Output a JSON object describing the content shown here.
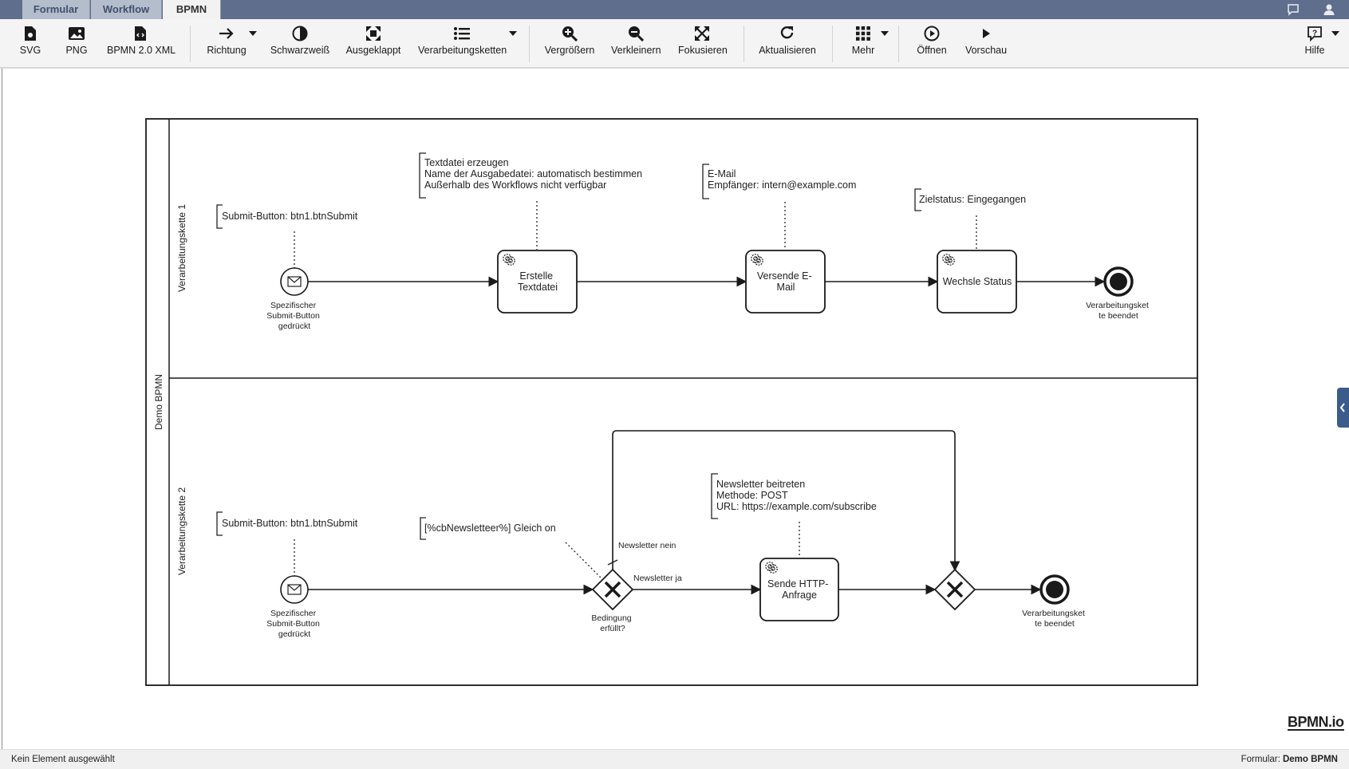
{
  "tabs": [
    {
      "label": "Formular"
    },
    {
      "label": "Workflow"
    },
    {
      "label": "BPMN"
    }
  ],
  "tab_icons": [
    "comment-icon",
    "user-icon"
  ],
  "toolbar": {
    "svg": "SVG",
    "png": "PNG",
    "xml": "BPMN 2.0 XML",
    "direction": "Richtung",
    "bw": "Schwarzweiß",
    "expanded": "Ausgeklappt",
    "chains": "Verarbeitungsketten",
    "zoom_in": "Vergrößern",
    "zoom_out": "Verkleinern",
    "focus": "Fokusieren",
    "refresh": "Aktualisieren",
    "more": "Mehr",
    "open": "Öffnen",
    "preview": "Vorschau",
    "help": "Hilfe"
  },
  "diagram": {
    "pool_name": "Demo BPMN",
    "lane1": {
      "name": "Verarbeitungskette 1",
      "start_annotation": "Submit-Button: btn1.btnSubmit",
      "start_label": [
        "Spezifischer",
        "Submit-Button",
        "gedrückt"
      ],
      "task1": [
        "Erstelle",
        "Textdatei"
      ],
      "task1_annotation": [
        "Textdatei erzeugen",
        "Name der Ausgabedatei: automatisch bestimmen",
        "Außerhalb des Workflows nicht verfügbar"
      ],
      "task2": [
        "Versende E-",
        "Mail"
      ],
      "task2_annotation": [
        "E-Mail",
        "Empfänger: intern@example.com"
      ],
      "task3": [
        "Wechsle Status"
      ],
      "task3_annotation": [
        "Zielstatus: Eingegangen"
      ],
      "end_label": [
        "Verarbeitungsket",
        "te beendet"
      ]
    },
    "lane2": {
      "name": "Verarbeitungskette 2",
      "start_annotation": "Submit-Button: btn1.btnSubmit",
      "start_label": [
        "Spezifischer",
        "Submit-Button",
        "gedrückt"
      ],
      "gateway_annotation": "[%cbNewsletteer%] Gleich on",
      "gateway_label": [
        "Bedingung",
        "erfüllt?"
      ],
      "flow_no": "Newsletter nein",
      "flow_yes": "Newsletter ja",
      "task": [
        "Sende HTTP-",
        "Anfrage"
      ],
      "task_annotation": [
        "Newsletter beitreten",
        "Methode: POST",
        "URL: https://example.com/subscribe"
      ],
      "end_label": [
        "Verarbeitungsket",
        "te beendet"
      ]
    }
  },
  "logo": "BPMN.io",
  "status": {
    "left": "Kein Element ausgewählt",
    "right_label": "Formular:",
    "right_value": "Demo BPMN"
  }
}
